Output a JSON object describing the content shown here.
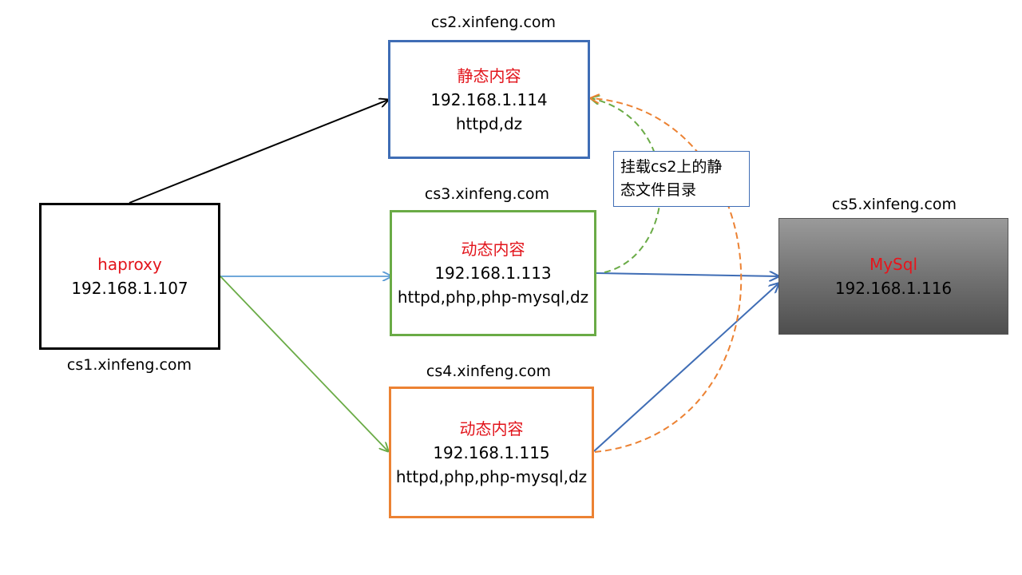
{
  "nodes": {
    "cs1": {
      "host": "cs1.xinfeng.com",
      "role": "haproxy",
      "ip": "192.168.1.107"
    },
    "cs2": {
      "host": "cs2.xinfeng.com",
      "role": "静态内容",
      "ip": "192.168.1.114",
      "services": "httpd,dz"
    },
    "cs3": {
      "host": "cs3.xinfeng.com",
      "role": "动态内容",
      "ip": "192.168.1.113",
      "services": "httpd,php,php-mysql,dz"
    },
    "cs4": {
      "host": "cs4.xinfeng.com",
      "role": "动态内容",
      "ip": "192.168.1.115",
      "services": "httpd,php,php-mysql,dz"
    },
    "cs5": {
      "host": "cs5.xinfeng.com",
      "role": "MySql",
      "ip": "192.168.1.116"
    }
  },
  "note": {
    "line1": "挂载cs2上的静",
    "line2": "态文件目录"
  },
  "colors": {
    "black": "#000000",
    "blue": "#3f6db5",
    "light_blue": "#5b9bd5",
    "green": "#6aab46",
    "orange": "#ec8233",
    "red_text": "#e2141b"
  }
}
